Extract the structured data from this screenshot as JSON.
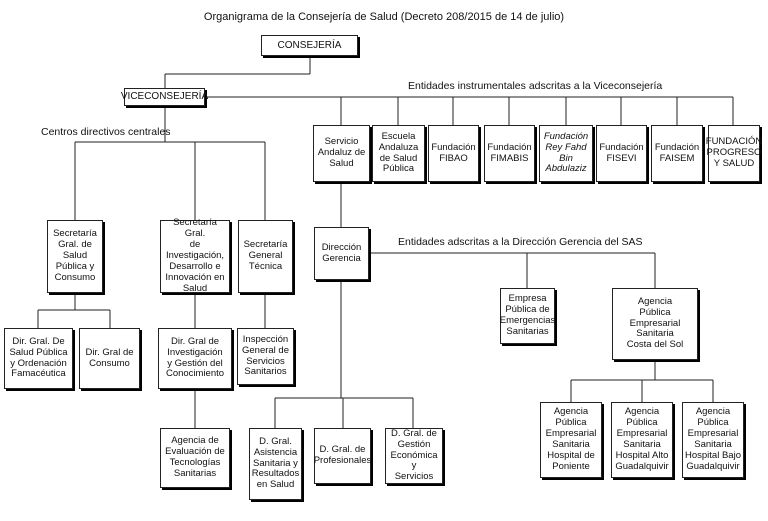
{
  "title": "Organigrama de la Consejería de Salud (Decreto 208/2015 de 14 de julio)",
  "labels": {
    "instrumentales": "Entidades instrumentales adscritas a la Viceconsejería",
    "centros": "Centros directivos centrales",
    "sas_entities": "Entidades adscritas a la Dirección Gerencia del SAS"
  },
  "nodes": {
    "consejeria": "CONSEJERÍA",
    "viceconsejeria": "VICECONSEJERÍA",
    "sas": "Servicio\nAndaluz de\nSalud",
    "easp": "Escuela\nAndaluza\nde Salud\nPública",
    "fibao": "Fundación\nFIBAO",
    "fimabis": "Fundación\nFIMABIS",
    "rey_fahd": "Fundación\nRey Fahd Bin\nAbdulaziz",
    "fisevi": "Fundación\nFISEVI",
    "faisem": "Fundación\nFAISEM",
    "progreso": "FUNDACIÓN\nPROGRESO\nY SALUD",
    "sg_salud": "Secretaría\nGral. de\nSalud\nPública y\nConsumo",
    "sg_invest": "Secretaría Gral.\nde Investigación,\nDesarrollo e\nInnovación en\nSalud",
    "sg_tecnica": "Secretaría\nGeneral\nTécnica",
    "dg_salud_publica": "Dir. Gral. De\nSalud Pública\ny Ordenación\nFamacéutica",
    "dg_consumo": "Dir. Gral de\nConsumo",
    "dg_investigacion": "Dir. Gral de\nInvestigación\ny Gestión del\nConocimiento",
    "inspeccion": "Inspección\nGeneral de\nServicios\nSanitarios",
    "agencia_eval": "Agencia de\nEvaluación de\nTecnologías\nSanitarias",
    "direccion_gerencia": "Dirección\nGerencia",
    "dg_asistencia": "D. Gral.\nAsistencia\nSanitaria y\nResultados\nen Salud",
    "dg_profesionales": "D. Gral. de\nProfesionales",
    "dg_gestion": "D. Gral. de\nGestión\nEconómica y\nServicios",
    "epes": "Empresa\nPública de\nEmergencias\nSanitarias",
    "ap_costa_sol": "Agencia\nPública\nEmpresarial\nSanitaria\nCosta del Sol",
    "ap_poniente": "Agencia\nPública\nEmpresarial\nSanitaria\nHospital de\nPoniente",
    "ap_alto_guad": "Agencia\nPública\nEmpresarial\nSanitaria\nHospital Alto\nGuadalquivir",
    "ap_bajo_guad": "Agencia\nPública\nEmpresarial\nSanitaria\nHospital Bajo\nGuadalquivir"
  }
}
